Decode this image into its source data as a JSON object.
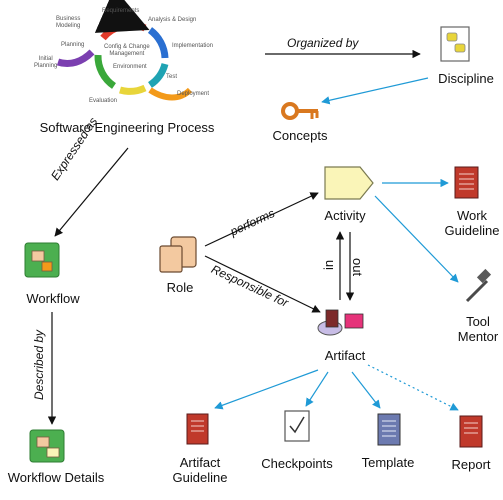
{
  "cycle": {
    "title": "Software Engineering Process",
    "phases": {
      "requirements": "Requirements",
      "analysis_design": "Analysis & Design",
      "implementation": "Implementation",
      "test": "Test",
      "deployment": "Deployment",
      "evaluation": "Evaluation",
      "business_modeling": [
        "Business",
        "Modeling"
      ],
      "planning": "Planning",
      "initial_planning": [
        "Initial",
        "Planning"
      ],
      "config_change": [
        "Config & Change",
        "Management"
      ],
      "environment": "Environment"
    },
    "colors": {
      "purple": "#7b3fb0",
      "red": "#e23a2a",
      "blue": "#2a6fd1",
      "green": "#3aa83a",
      "orange": "#f39a1a",
      "yellow": "#e8d53a",
      "teal": "#1fa3b3"
    }
  },
  "nodes": {
    "discipline": "Discipline",
    "concepts": "Concepts",
    "activity": "Activity",
    "role": "Role",
    "artifact": "Artifact",
    "workflow": "Workflow",
    "workflow_details": "Workflow Details",
    "work_guideline": [
      "Work",
      "Guideline"
    ],
    "tool_mentor": [
      "Tool",
      "Mentor"
    ],
    "artifact_guideline": [
      "Artifact",
      "Guideline"
    ],
    "checkpoints": "Checkpoints",
    "template": "Template",
    "report": "Report"
  },
  "edges": {
    "organized_by": "Organized by",
    "expressed_as": "Expressed as",
    "described_by": "Described by",
    "performs": "performs",
    "responsible_for": "Responsible for",
    "in": "in",
    "out": "out"
  },
  "colors": {
    "arrow_blue": "#1f9ad6",
    "arrow_black": "#111111",
    "doc_red": "#c0392b",
    "doc_slate": "#6c7ab0",
    "activity_fill": "#faf5b8",
    "role_fill": "#f3c9a0",
    "workflow_green": "#4caf50",
    "key_orange": "#d9781f"
  }
}
